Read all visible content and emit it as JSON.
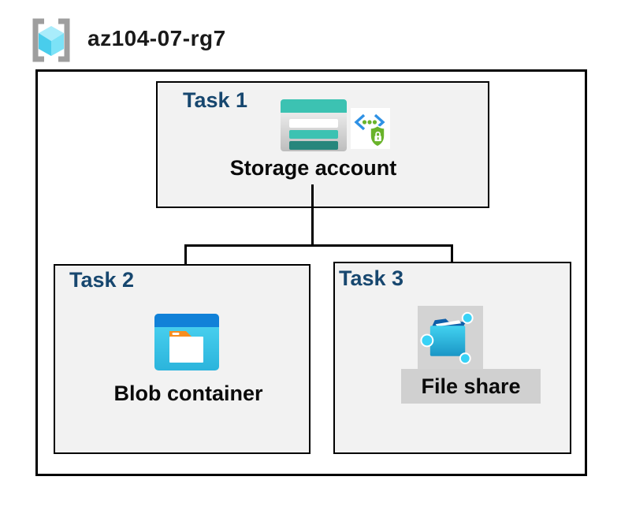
{
  "header": {
    "resource_group_name": "az104-07-rg7",
    "icon": "resource-group-icon"
  },
  "colors": {
    "task_label": "#17476F",
    "item_label": "#0a0a0a",
    "box_fill": "#f2f2f2",
    "box_border": "#000000",
    "connector": "#000000",
    "highlight_gray": "#d3d3d3",
    "label_gray": "#d0d0d0",
    "storage_teal": "#3cc2b2",
    "storage_teal_dark": "#27867c",
    "blob_header_blue": "#1181d8",
    "blob_body_cyan": "#35c3e8",
    "blob_tab_orange": "#f78d1e",
    "sas_bracket_blue": "#2e91e5",
    "sas_shield_green": "#69b32a",
    "fileshare_flap_blue": "#0e5fa8",
    "fileshare_node_cyan": "#38d2f6",
    "rg_bracket_gray": "#9e9e9e"
  },
  "tasks": [
    {
      "label": "Task 1",
      "item": "Storage account",
      "icons": [
        "storage-account-icon",
        "secure-access-icon"
      ]
    },
    {
      "label": "Task 2",
      "item": "Blob container",
      "icons": [
        "blob-container-icon"
      ]
    },
    {
      "label": "Task 3",
      "item": "File share",
      "icons": [
        "file-share-icon"
      ]
    }
  ],
  "connections": [
    {
      "from": "Storage account",
      "to": "Blob container"
    },
    {
      "from": "Storage account",
      "to": "File share"
    }
  ]
}
